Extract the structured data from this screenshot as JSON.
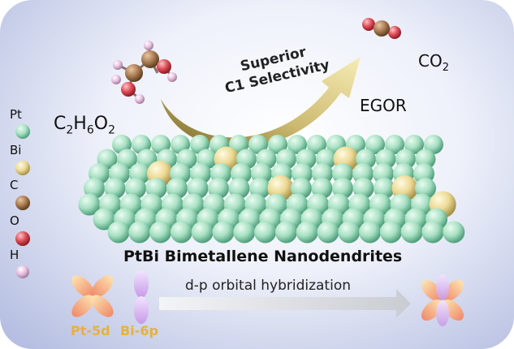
{
  "legend": {
    "pt": "Pt",
    "bi": "Bi",
    "c": "C",
    "o": "O",
    "h": "H"
  },
  "colors": {
    "pt": "#a7e0c2",
    "bi": "#ecd994",
    "c": "#a97b52",
    "o": "#dd4a55",
    "h": "#e9bfe0",
    "arrow_start": "#7a6a1f",
    "arrow_end": "#f4e8a0",
    "pt5d_orbital": "#f4a07a",
    "bi6p_orbital": "#d9b5f0"
  },
  "labels": {
    "reactant": "C2H6O2",
    "reactant_formula": {
      "c": "C",
      "c_n": "2",
      "h": "H",
      "h_n": "6",
      "o": "O",
      "o_n": "2"
    },
    "product": "CO2",
    "product_formula": {
      "base": "CO",
      "n": "2"
    },
    "selectivity_line1": "Superior",
    "selectivity_line2": "C1 Selectivity",
    "reaction": "EGOR",
    "material": "PtBi Bimetallene Nanodendrites",
    "hybridization": "d-p orbital hybridization",
    "pt_orbital": "Pt-5d",
    "bi_orbital": "Bi-6p"
  }
}
